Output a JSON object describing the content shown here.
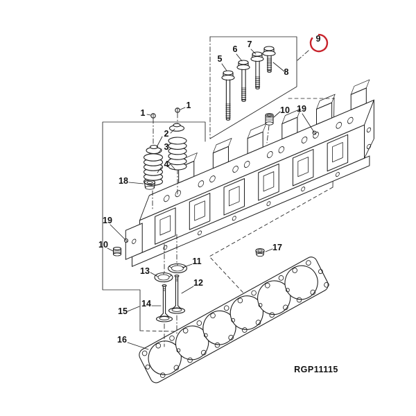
{
  "figure": {
    "code": "RGP11115",
    "highlighted_callout": "9"
  },
  "colors": {
    "line_art": "#1d1d1d",
    "highlight": "#c8232c",
    "background": "#ffffff"
  },
  "callouts": {
    "n1_left": "1",
    "n1_right": "1",
    "n2": "2",
    "n3": "3",
    "n4": "4",
    "n5": "5",
    "n6": "6",
    "n7": "7",
    "n8": "8",
    "n9": "9",
    "n10_left": "10",
    "n10_right": "10",
    "n11": "11",
    "n12": "12",
    "n13": "13",
    "n14": "14",
    "n15": "15",
    "n16": "16",
    "n17": "17",
    "n18": "18",
    "n19_left": "19",
    "n19_right": "19"
  }
}
